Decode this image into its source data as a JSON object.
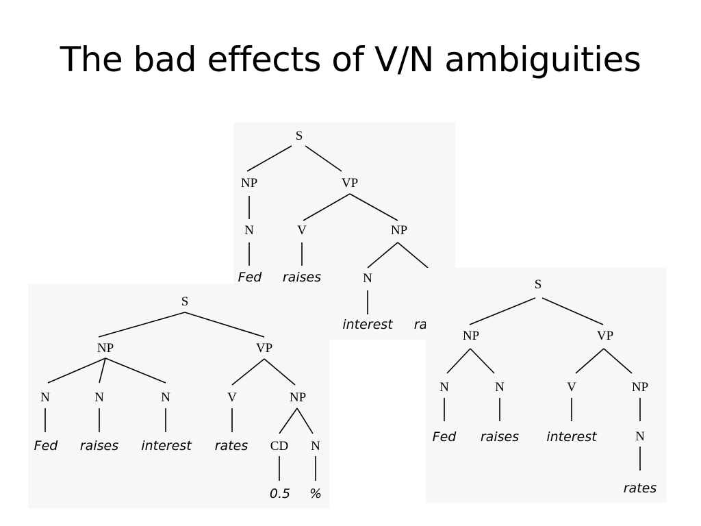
{
  "slide": {
    "title": "The bad effects of V/N ambiguities"
  },
  "trees": {
    "top": {
      "nodes": [
        "S",
        "NP",
        "VP",
        "N",
        "V",
        "NP",
        "N",
        "N"
      ],
      "words": [
        "Fed",
        "raises",
        "interest",
        "rates"
      ]
    },
    "left": {
      "nodes": [
        "S",
        "NP",
        "VP",
        "N",
        "N",
        "N",
        "V",
        "NP",
        "CD",
        "N"
      ],
      "words": [
        "Fed",
        "raises",
        "interest",
        "rates",
        "0.5",
        "%"
      ]
    },
    "right": {
      "nodes": [
        "S",
        "NP",
        "VP",
        "N",
        "N",
        "V",
        "NP",
        "N"
      ],
      "words": [
        "Fed",
        "raises",
        "interest",
        "rates"
      ]
    }
  }
}
